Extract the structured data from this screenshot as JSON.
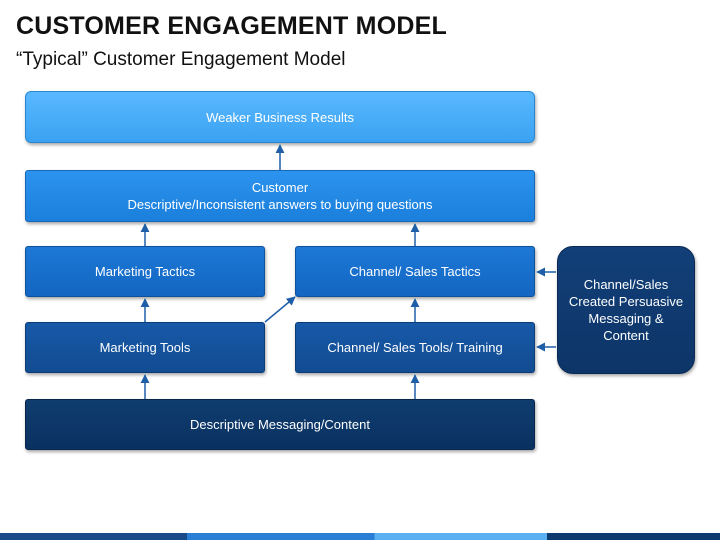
{
  "header": {
    "title": "CUSTOMER ENGAGEMENT MODEL",
    "subtitle": "“Typical” Customer Engagement Model"
  },
  "boxes": {
    "weaker_results": "Weaker Business Results",
    "customer": {
      "line1": "Customer",
      "line2": "Descriptive/Inconsistent answers to buying questions"
    },
    "marketing_tactics": "Marketing Tactics",
    "channel_sales_tactics": "Channel/ Sales Tactics",
    "marketing_tools": "Marketing Tools",
    "channel_sales_tools": "Channel/ Sales Tools/ Training",
    "descriptive_messaging": "Descriptive Messaging/Content",
    "persuasive": {
      "line1": "Channel/Sales",
      "line2": "Created Persuasive",
      "line3": "Messaging &",
      "line4": "Content"
    }
  },
  "colors": {
    "arrow": "#1f5fa8",
    "light_blue": "#3aa2f2",
    "mid_blue": "#1b7fdc",
    "blue": "#1366c2",
    "dark_blue": "#124c92",
    "navy": "#0a3160"
  }
}
